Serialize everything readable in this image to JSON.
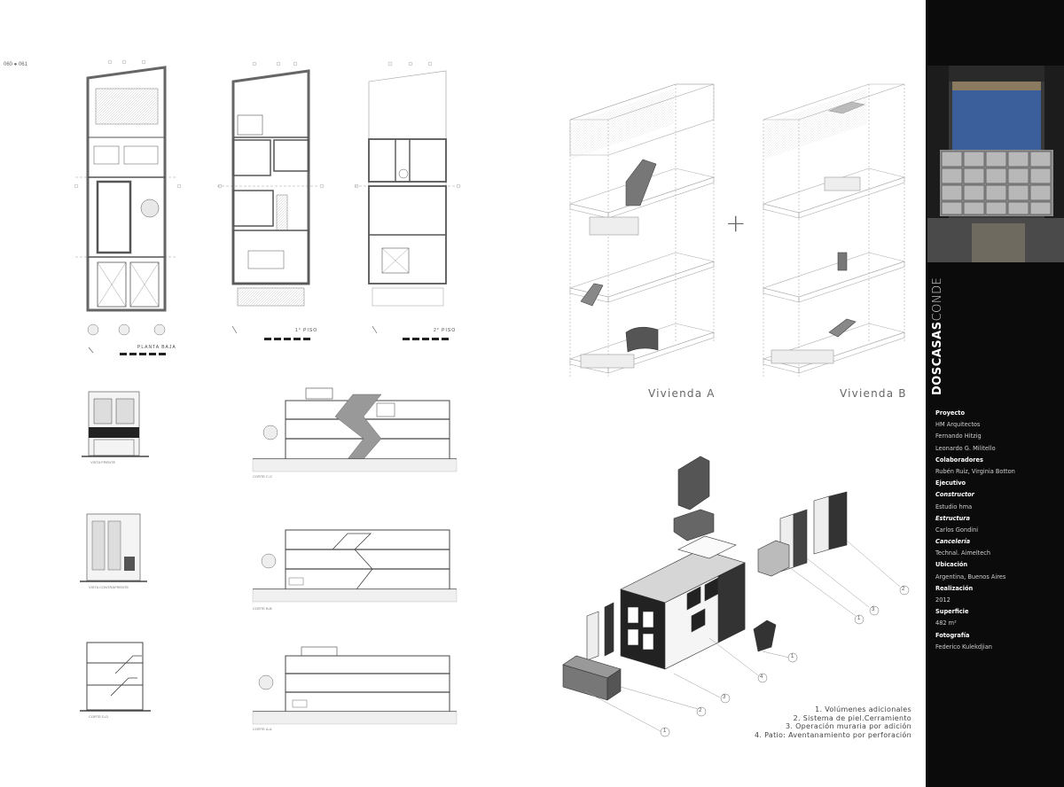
{
  "page_number": "060 ● 061",
  "plans": {
    "ground": "PLANTA BAJA",
    "first": "1° PISO",
    "second": "2° PISO"
  },
  "elevations": {
    "e1": "VISTA FRENTE",
    "s1": "CORTE C-C",
    "e2": "VISTA CONTRAFRENTE",
    "s2": "CORTE B-B",
    "e3": "CORTE D-D",
    "s3": "CORTE A-A"
  },
  "isometrics": {
    "plus": "+",
    "vivienda_a": "Vivienda A",
    "vivienda_b": "Vivienda B"
  },
  "exploded": {
    "markers": [
      "2",
      "3",
      "1",
      "1",
      "4",
      "3",
      "2",
      "1"
    ],
    "legend": [
      "1. Volúmenes adicionales",
      "2. Sistema de piel.Cerramiento",
      "3. Operación muraria por adición",
      "4. Patio: Aventanamiento por perforación"
    ]
  },
  "sidebar": {
    "title_bold": "DOSCASAS",
    "title_light": "CONDE",
    "credits": [
      {
        "type": "key",
        "text": "Proyecto"
      },
      {
        "type": "val",
        "text": "HM Arquitectos"
      },
      {
        "type": "val",
        "text": "Fernando Hitzig"
      },
      {
        "type": "val",
        "text": "Leonardo G. Militello"
      },
      {
        "type": "key",
        "text": "Colaboradores"
      },
      {
        "type": "val",
        "text": "Rubén Ruiz, Virginia Botton"
      },
      {
        "type": "key",
        "text": "Ejecutivo"
      },
      {
        "type": "keyi",
        "text": "Constructor"
      },
      {
        "type": "val",
        "text": "Estudio hma"
      },
      {
        "type": "keyi",
        "text": "Estructura"
      },
      {
        "type": "val",
        "text": "Carlos Gondini"
      },
      {
        "type": "keyi",
        "text": "Cancelería"
      },
      {
        "type": "val",
        "text": "Technal. Aimeltech"
      },
      {
        "type": "key",
        "text": "Ubicación"
      },
      {
        "type": "val",
        "text": "Argentina, Buenos Aires"
      },
      {
        "type": "key",
        "text": "Realización"
      },
      {
        "type": "val",
        "text": "2012"
      },
      {
        "type": "key",
        "text": "Superficie"
      },
      {
        "type": "val",
        "text": "482 m²"
      },
      {
        "type": "key",
        "text": "Fotografía"
      },
      {
        "type": "val",
        "text": "Federico Kulekdjian"
      }
    ]
  }
}
